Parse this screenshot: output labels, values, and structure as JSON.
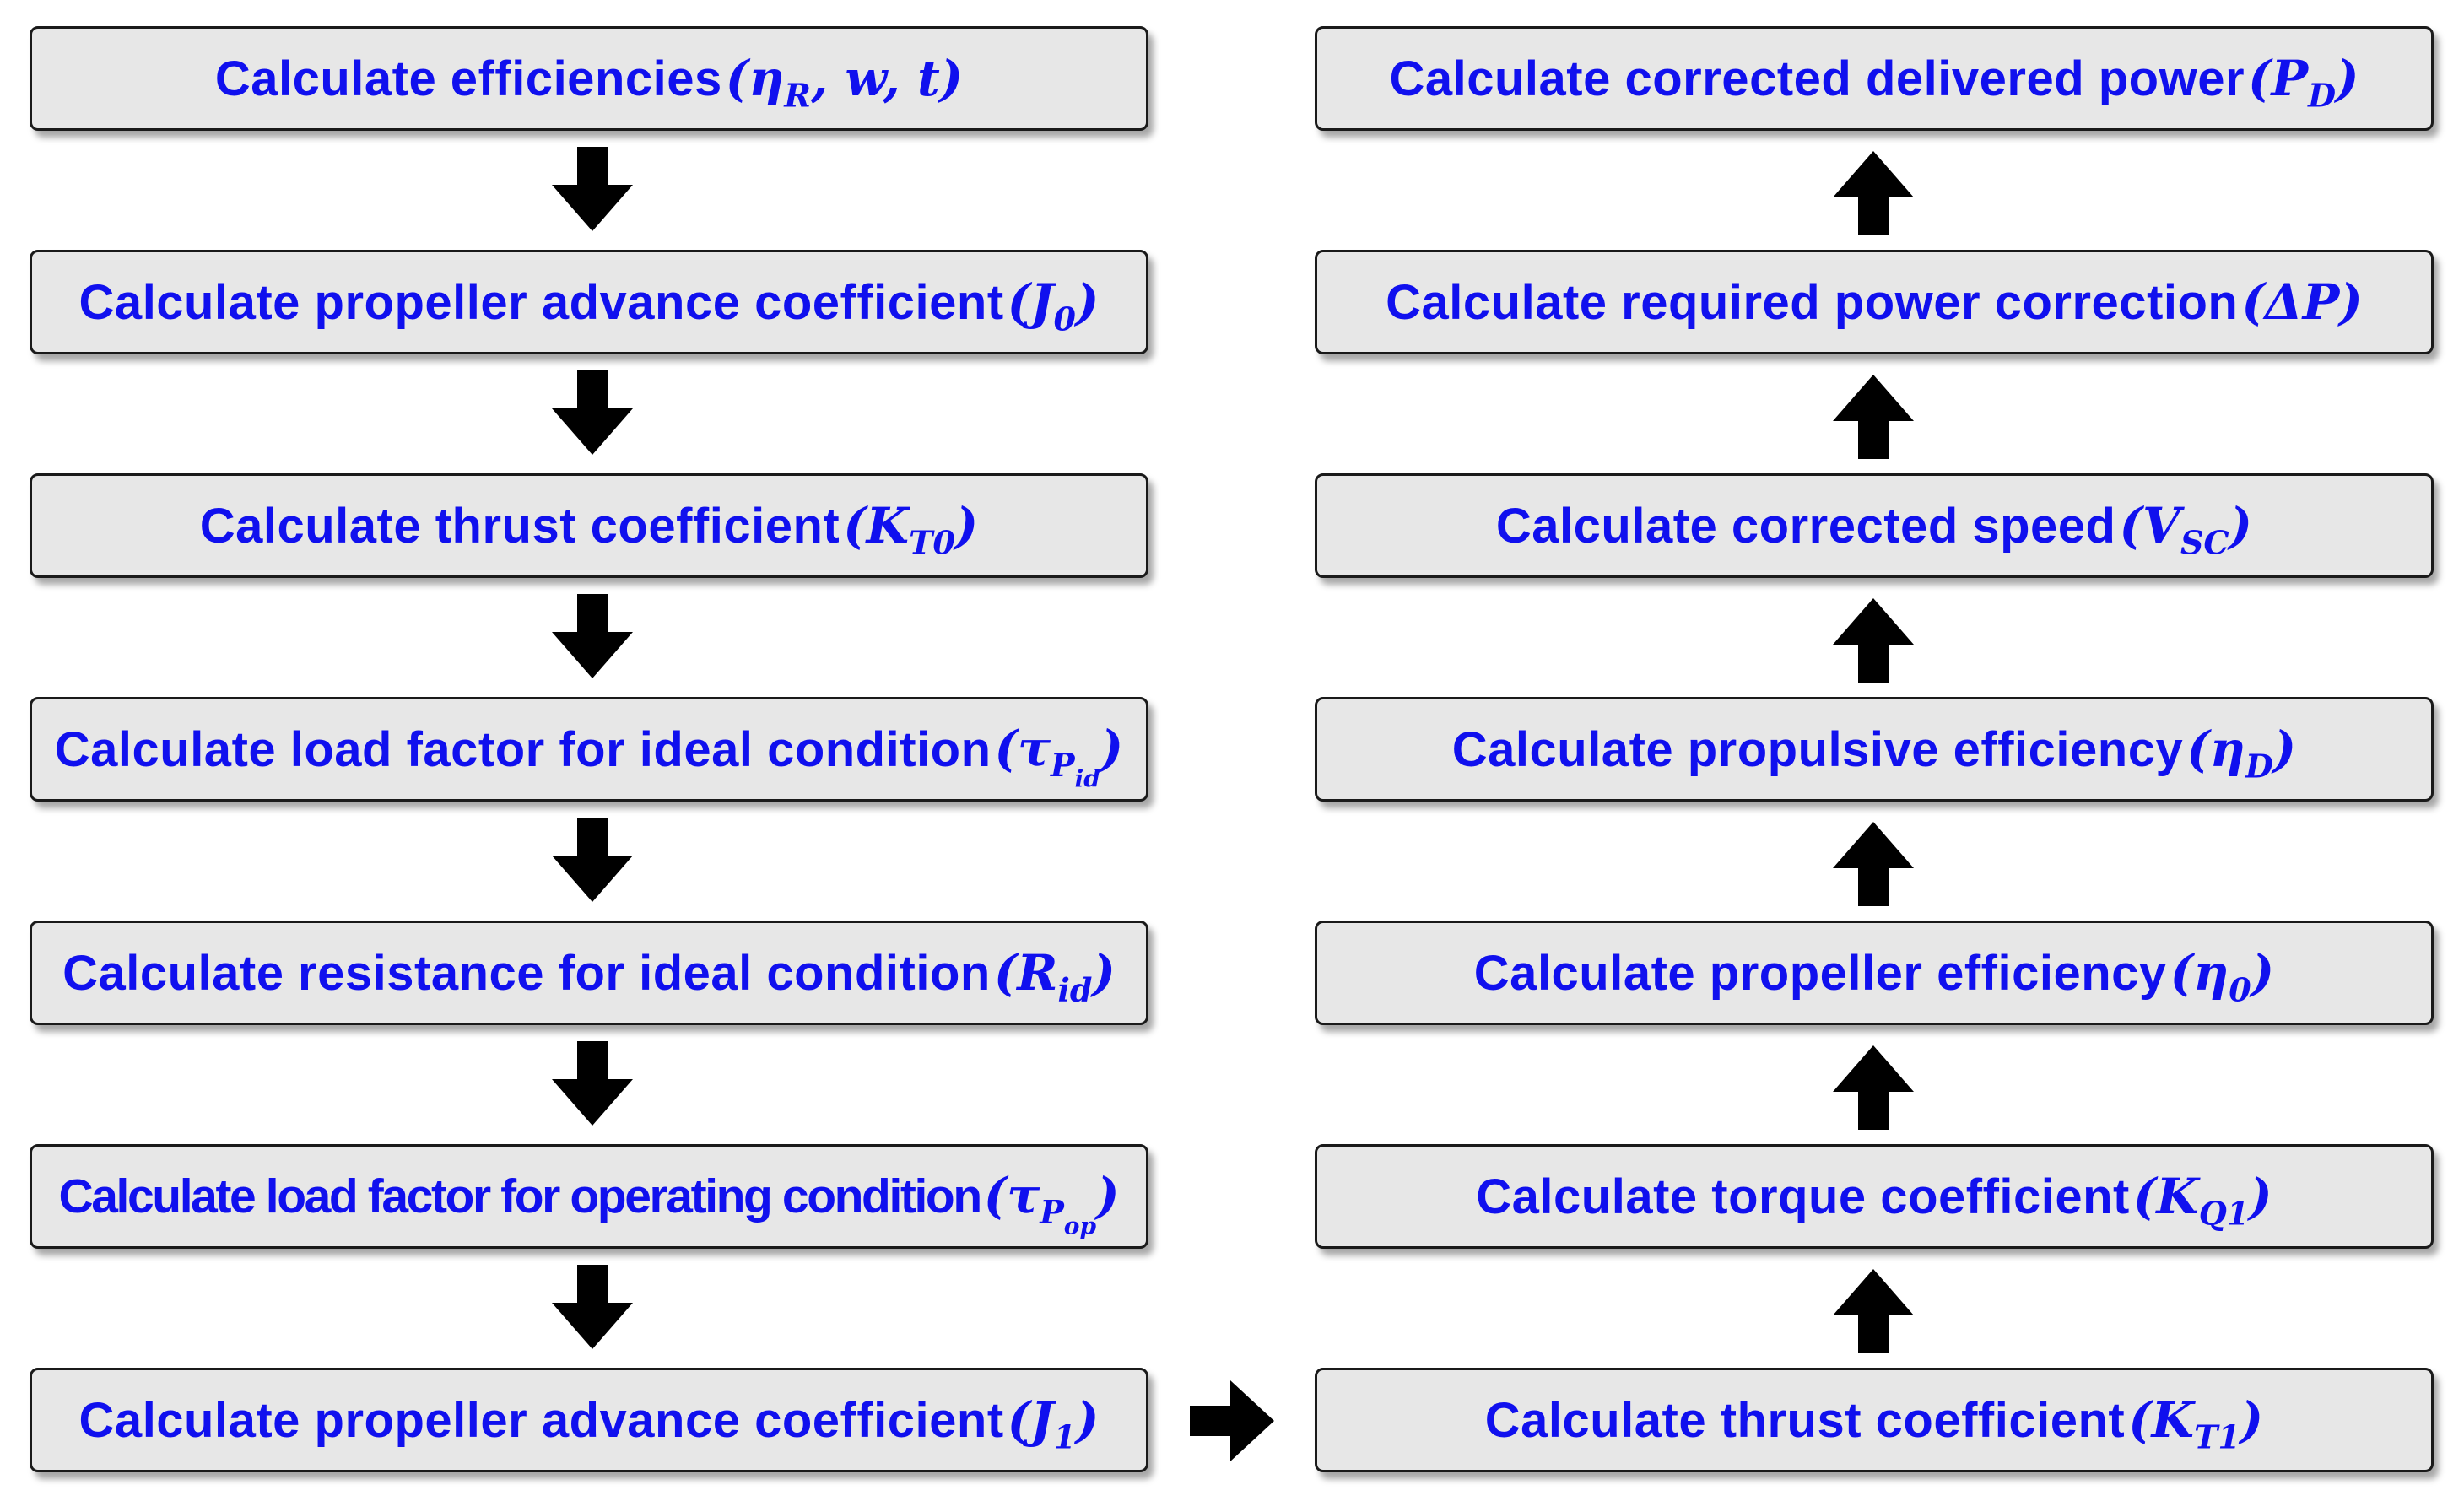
{
  "left_steps": [
    {
      "text": "Calculate efficiencies",
      "sym": "(ηR, w, t)"
    },
    {
      "text": "Calculate propeller advance coefficient",
      "sym": "(J0)"
    },
    {
      "text": "Calculate thrust coefficient",
      "sym": "(KT0)"
    },
    {
      "text": "Calculate load factor for ideal condition",
      "sym": "(τPid)"
    },
    {
      "text": "Calculate resistance for ideal condition",
      "sym": "(Rid)"
    },
    {
      "text": "Calculate load factor for operating condition",
      "sym": "(τPop)"
    },
    {
      "text": "Calculate propeller advance coefficient",
      "sym": "(J1)"
    }
  ],
  "right_steps": [
    {
      "text": "Calculate corrected delivered power",
      "sym": "(PD)"
    },
    {
      "text": "Calculate required power correction",
      "sym": "(ΔP)"
    },
    {
      "text": "Calculate corrected speed",
      "sym": "(VSC)"
    },
    {
      "text": "Calculate propulsive efficiency",
      "sym": "(ηD)"
    },
    {
      "text": "Calculate propeller efficiency",
      "sym": "(η0)"
    },
    {
      "text": "Calculate torque coefficient",
      "sym": "(KQ1)"
    },
    {
      "text": "Calculate thrust coefficient",
      "sym": "(KT1)"
    }
  ],
  "flow": {
    "left_direction": "down",
    "connector_direction": "right",
    "right_direction": "up"
  },
  "colors": {
    "text": "#1010ee",
    "box_fill": "#e7e7e7",
    "box_border": "#1a1a1a",
    "arrow": "#000000"
  },
  "icons": {
    "down_arrow": "arrow-down-icon",
    "up_arrow": "arrow-up-icon",
    "right_arrow": "arrow-right-icon"
  }
}
